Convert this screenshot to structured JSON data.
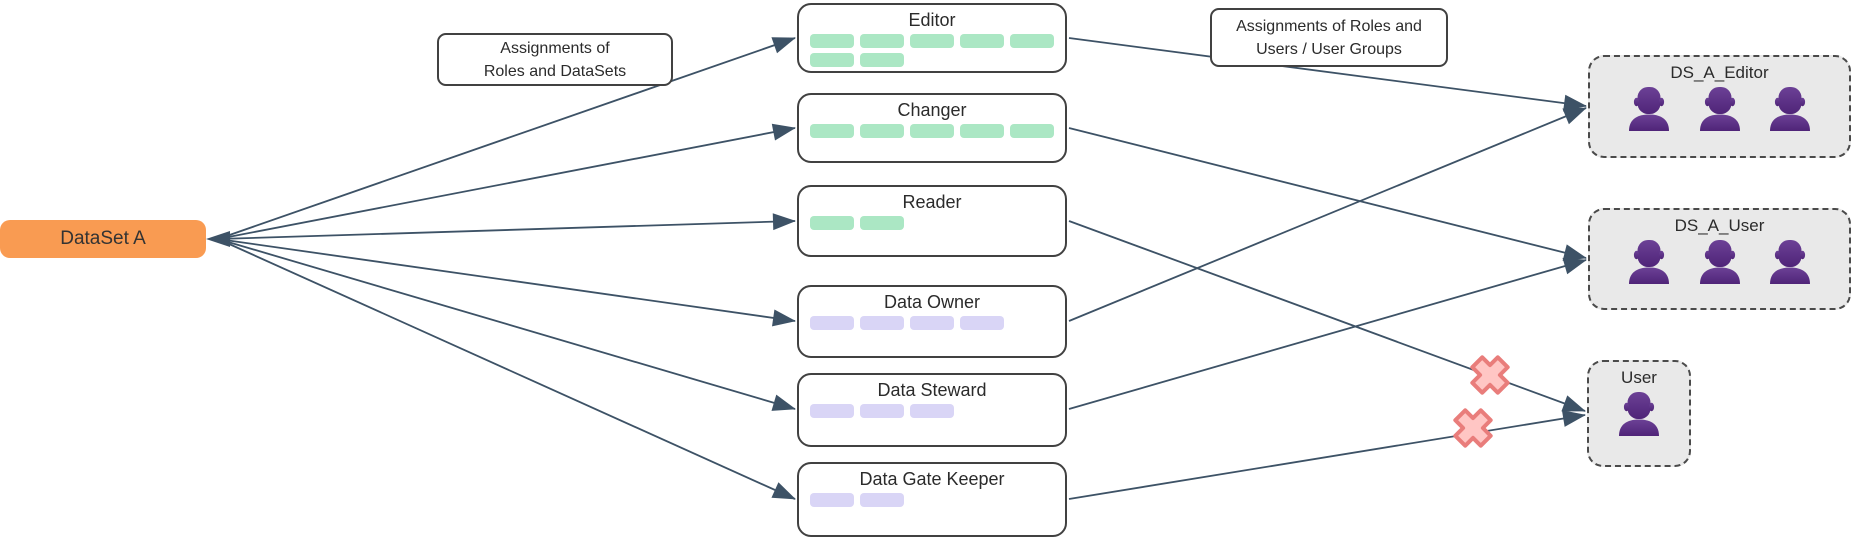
{
  "diagram": {
    "dataset": {
      "label": "DataSet A",
      "fill": "#F99B52"
    },
    "edge_labels": {
      "roles_datasets": {
        "line1": "Assignments of",
        "line2": "Roles and DataSets"
      },
      "roles_users": {
        "line1": "Assignments of Roles and",
        "line2": "Users / User Groups"
      }
    },
    "roles": [
      {
        "title": "Editor",
        "pill_color": "#ABE7C4",
        "pill_rows": [
          5,
          2
        ]
      },
      {
        "title": "Changer",
        "pill_color": "#ABE7C4",
        "pill_rows": [
          5
        ]
      },
      {
        "title": "Reader",
        "pill_color": "#ABE7C4",
        "pill_rows": [
          2
        ]
      },
      {
        "title": "Data Owner",
        "pill_color": "#D9D5F6",
        "pill_rows": [
          4
        ]
      },
      {
        "title": "Data Steward",
        "pill_color": "#D9D5F6",
        "pill_rows": [
          3
        ]
      },
      {
        "title": "Data Gate Keeper",
        "pill_color": "#D9D5F6",
        "pill_rows": [
          2
        ]
      }
    ],
    "groups": [
      {
        "title": "DS_A_Editor",
        "members": 3
      },
      {
        "title": "DS_A_User",
        "members": 3
      },
      {
        "title": "User",
        "members": 1
      }
    ],
    "connections": [
      {
        "from": "DataSet A",
        "to": "Editor",
        "blocked": false
      },
      {
        "from": "DataSet A",
        "to": "Changer",
        "blocked": false
      },
      {
        "from": "DataSet A",
        "to": "Reader",
        "blocked": false
      },
      {
        "from": "DataSet A",
        "to": "Data Owner",
        "blocked": false
      },
      {
        "from": "DataSet A",
        "to": "Data Steward",
        "blocked": false
      },
      {
        "from": "DataSet A",
        "to": "Data Gate Keeper",
        "blocked": false
      },
      {
        "from": "Editor",
        "to": "DS_A_Editor",
        "blocked": false
      },
      {
        "from": "Data Owner",
        "to": "DS_A_Editor",
        "blocked": false
      },
      {
        "from": "Changer",
        "to": "DS_A_User",
        "blocked": false
      },
      {
        "from": "Data Steward",
        "to": "DS_A_User",
        "blocked": false
      },
      {
        "from": "Reader",
        "to": "User",
        "blocked": true
      },
      {
        "from": "Data Gate Keeper",
        "to": "User",
        "blocked": true
      }
    ],
    "colors": {
      "connector": "#3D5266",
      "blocked_fill": "#FFC6C4",
      "blocked_stroke": "#E97D7B",
      "person_top": "#6C4196",
      "person_bottom": "#4F2478",
      "role_green": "#ABE7C4",
      "role_lavender": "#D9D5F6",
      "dataset_orange": "#F99B52"
    }
  }
}
